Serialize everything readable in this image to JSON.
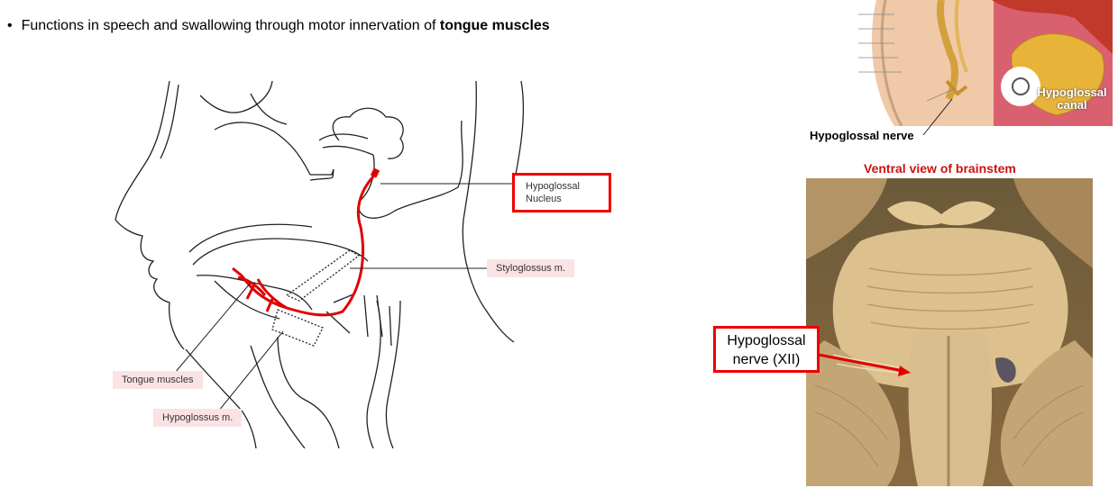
{
  "bullet": {
    "prefix": "Functions in speech and swallowing through motor innervation of ",
    "bold": "tongue muscles"
  },
  "diagram": {
    "hypoglossal_nucleus_line1": "Hypoglossal",
    "hypoglossal_nucleus_line2": "Nucleus",
    "styloglossus": "Styloglossus m.",
    "tongue_muscles": "Tongue muscles",
    "hypoglossus": "Hypoglossus m."
  },
  "skull_panel": {
    "canal_line1": "Hypoglossal",
    "canal_line2": "canal",
    "caption": "Hypoglossal nerve"
  },
  "brainstem_panel": {
    "title": "Ventral view of brainstem",
    "label_line1": "Hypoglossal",
    "label_line2": "nerve (XII)"
  },
  "colors": {
    "nerve_red": "#e00000",
    "label_pink": "#fbe3e3",
    "title_red": "#cc1111"
  }
}
